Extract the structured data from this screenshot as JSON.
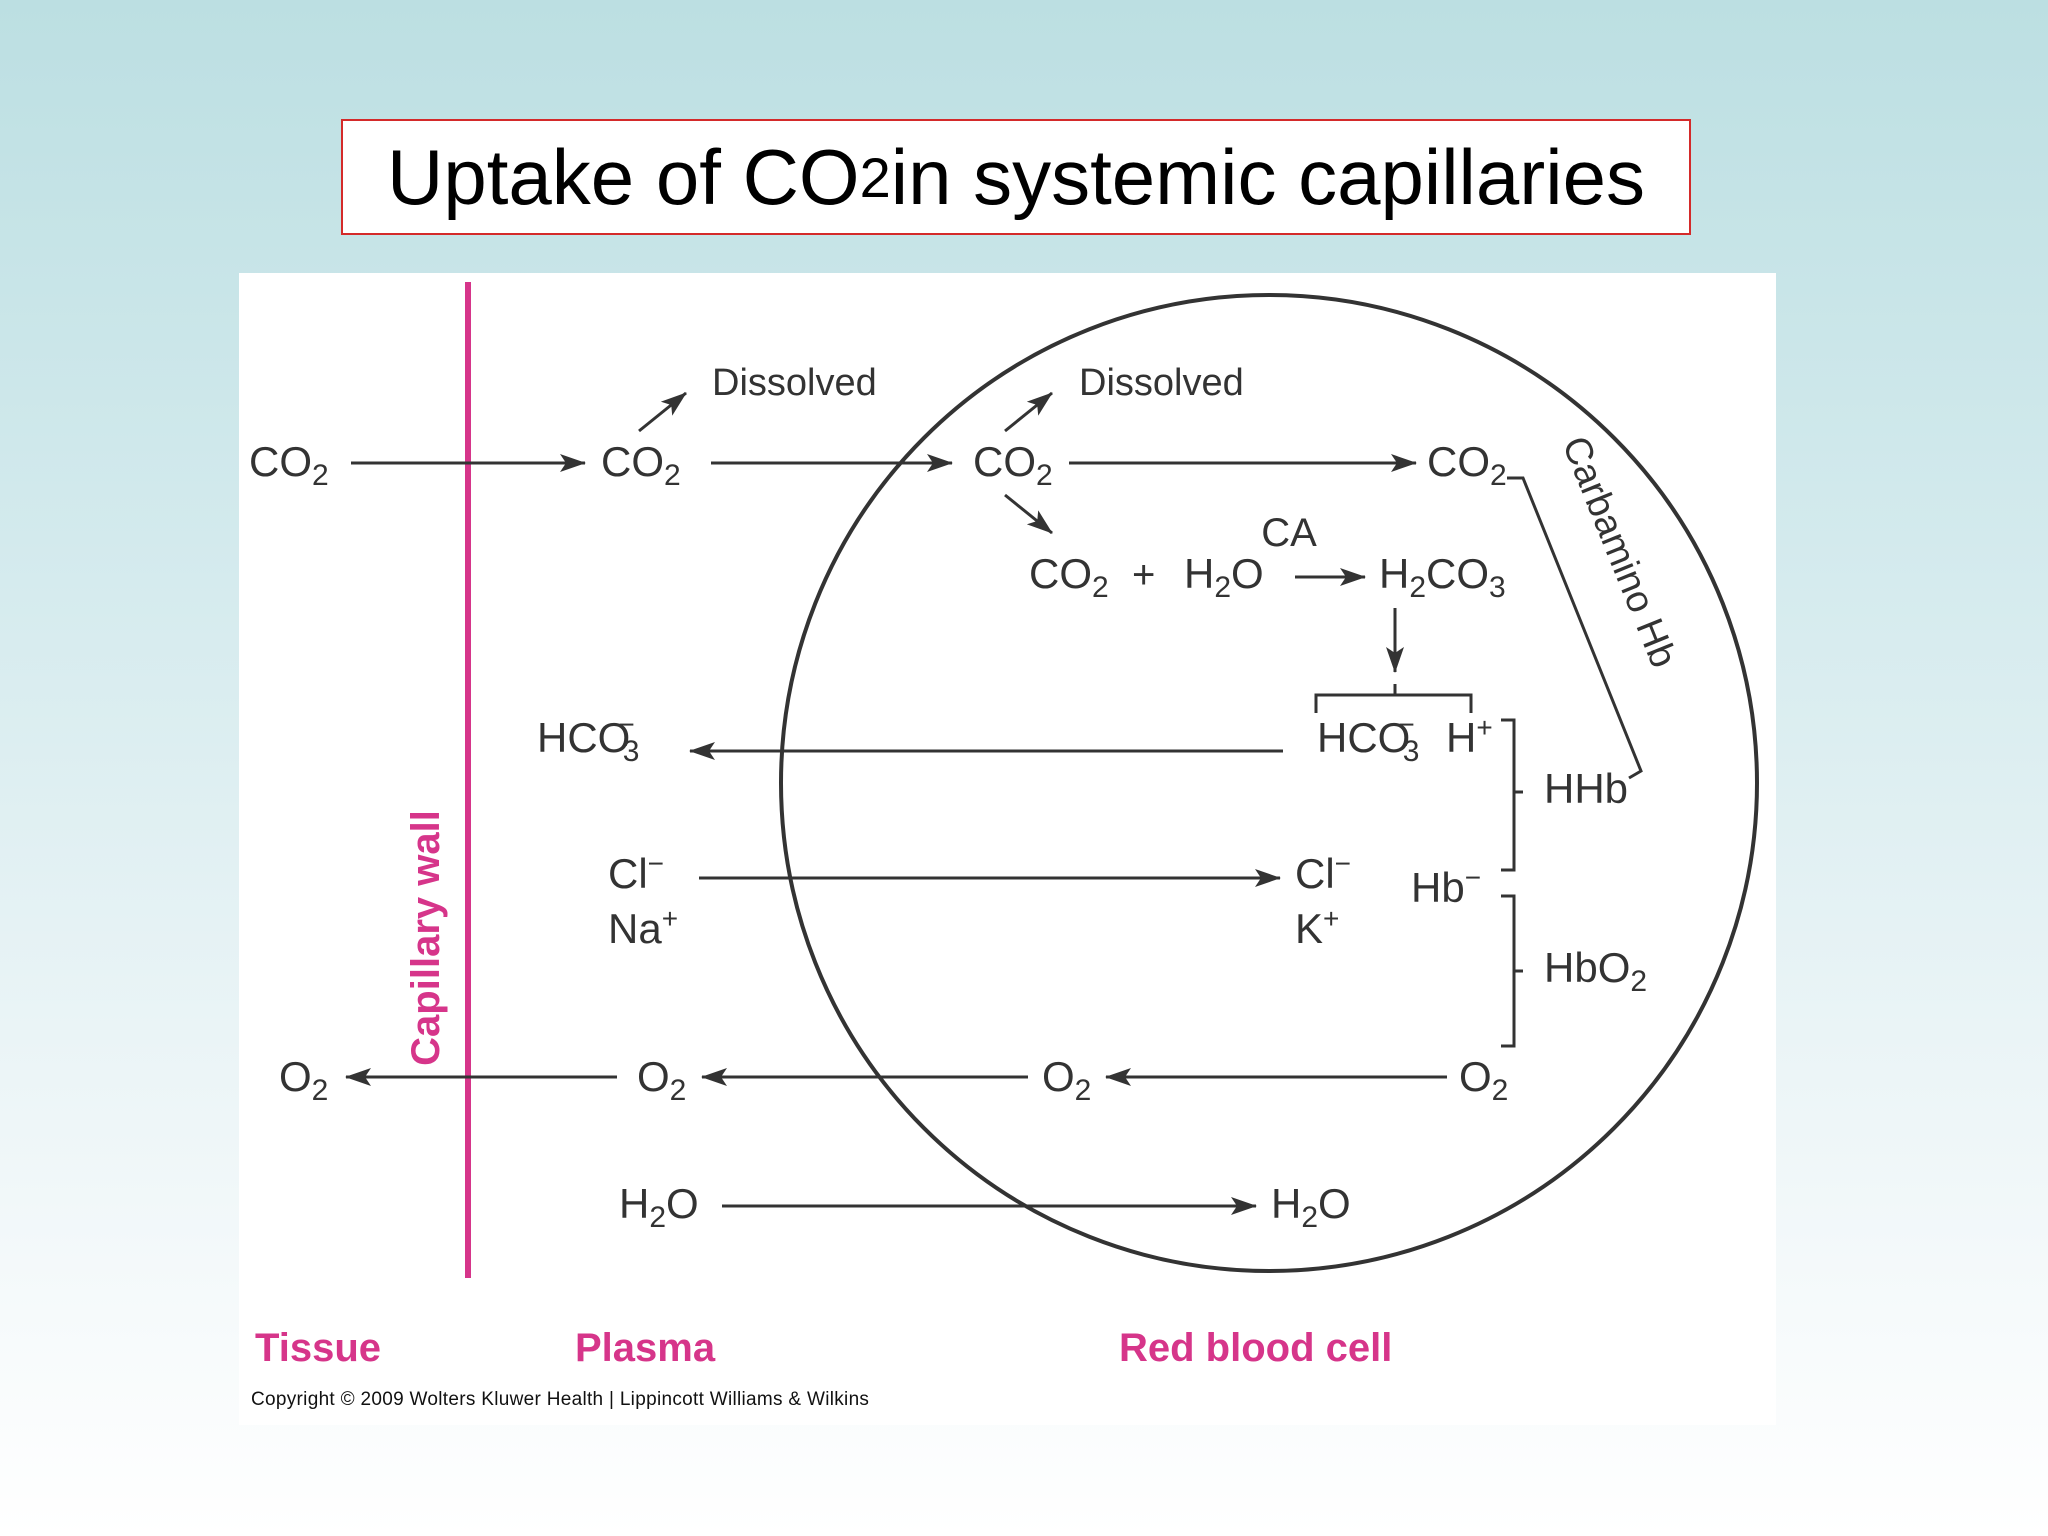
{
  "title": {
    "main": "Uptake of CO",
    "sub": "2",
    "rest": " in systemic capillaries"
  },
  "labels": {
    "dissolved": "Dissolved",
    "ca": "CA",
    "carbamino_hb": "Carbamino Hb",
    "capillary_wall": "Capillary wall",
    "tissue": "Tissue",
    "plasma": "Plasma",
    "red_blood_cell": "Red blood cell",
    "hhb": "HHb",
    "hbo2": "HbO",
    "hb_minus": "Hb",
    "cl": "Cl",
    "na": "Na",
    "k": "K",
    "h_plus": "H",
    "co": "CO",
    "o": "O",
    "h": "H",
    "hco": "HCO",
    "plus_sign": "+",
    "sub2": "2",
    "sub3": "3",
    "sup_minus": "−",
    "sup_plus": "+"
  },
  "copyright": "Copyright © 2009 Wolters Kluwer Health | Lippincott Williams & Wilkins",
  "colors": {
    "accent": "#d6358a",
    "title_border": "#d42a2a",
    "ink": "#333333"
  }
}
